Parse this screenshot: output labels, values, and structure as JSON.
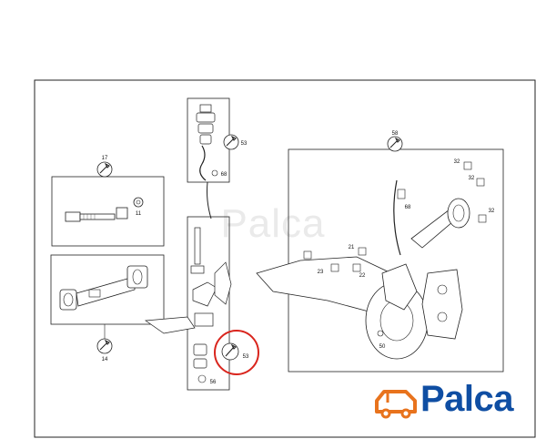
{
  "diagram": {
    "callouts": {
      "c17": "17",
      "c14": "14",
      "c53_top": "53",
      "c53_bottom": "53",
      "c58": "58"
    },
    "part_labels": {
      "p11": "11",
      "p68_small": "68",
      "p68_right": "68",
      "p56": "56",
      "p32_a": "32",
      "p32_b": "32",
      "p32_c": "32",
      "p21": "21",
      "p22": "22",
      "p23": "23",
      "p50": "50"
    },
    "watermark": "Palca"
  },
  "logo": {
    "text": "Palca",
    "colors": {
      "car": "#e8731d",
      "text": "#0f4ea3"
    }
  },
  "highlight": {
    "color": "#d9251d"
  }
}
